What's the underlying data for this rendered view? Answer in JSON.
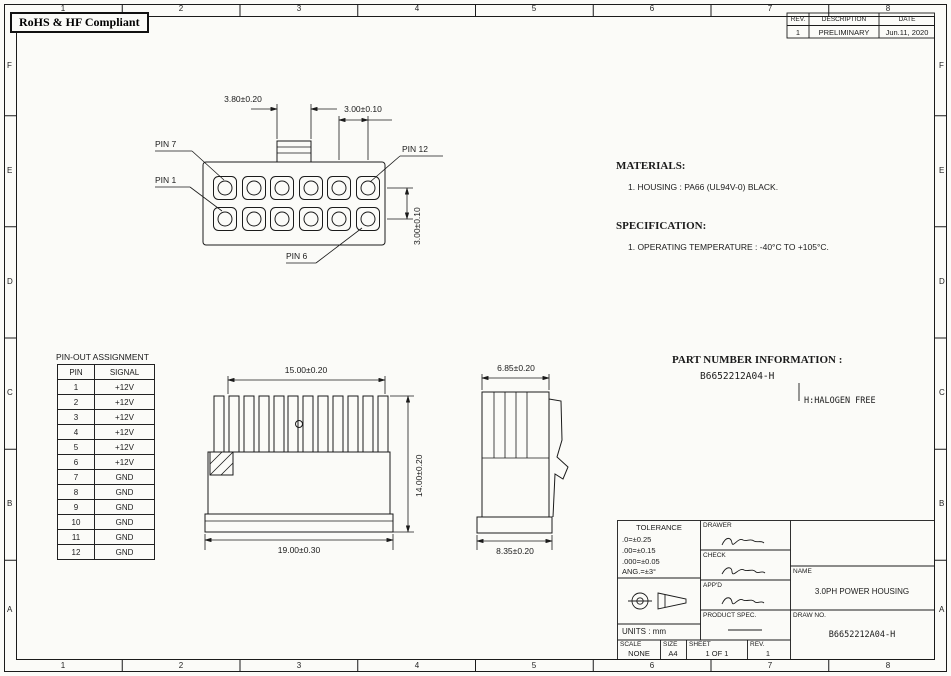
{
  "sheet": {
    "compliance": "RoHS & HF Compliant"
  },
  "grid": {
    "cols": [
      "1",
      "2",
      "3",
      "4",
      "5",
      "6",
      "7",
      "8"
    ],
    "rows": [
      "F",
      "E",
      "D",
      "C",
      "B",
      "A"
    ]
  },
  "revisions": {
    "h_rev": "REV.",
    "h_desc": "DESCRIPTION",
    "h_date": "DATE",
    "rows": [
      {
        "rev": "1",
        "desc": "PRELIMINARY",
        "date": "Jun.11, 2020"
      }
    ]
  },
  "front_view": {
    "dim_tab": "3.80±0.20",
    "dim_pitch_h": "3.00±0.10",
    "dim_pitch_v": "3.00±0.10",
    "pin7": "PIN 7",
    "pin12": "PIN 12",
    "pin1": "PIN 1",
    "pin6": "PIN 6"
  },
  "notes": {
    "materials_title": "MATERIALS:",
    "materials_1": "1. HOUSING : PA66 (UL94V-0) BLACK.",
    "spec_title": "SPECIFICATION:",
    "spec_1": "1. OPERATING TEMPERATURE : -40°C TO +105°C."
  },
  "part_number": {
    "title": "PART NUMBER INFORMATION :",
    "value": "B6652212A04-H",
    "note": "H:HALOGEN FREE"
  },
  "pinout": {
    "title": "PIN-OUT ASSIGNMENT",
    "h_pin": "PIN",
    "h_signal": "SIGNAL",
    "rows": [
      [
        "1",
        "+12V"
      ],
      [
        "2",
        "+12V"
      ],
      [
        "3",
        "+12V"
      ],
      [
        "4",
        "+12V"
      ],
      [
        "5",
        "+12V"
      ],
      [
        "6",
        "+12V"
      ],
      [
        "7",
        "GND"
      ],
      [
        "8",
        "GND"
      ],
      [
        "9",
        "GND"
      ],
      [
        "10",
        "GND"
      ],
      [
        "11",
        "GND"
      ],
      [
        "12",
        "GND"
      ]
    ]
  },
  "plan_view": {
    "dim_top": "15.00±0.20",
    "dim_side": "14.00±0.20",
    "dim_bottom": "19.00±0.30"
  },
  "side_view": {
    "dim_top": "6.85±0.20",
    "dim_bottom": "8.35±0.20"
  },
  "title_block": {
    "tolerance_title": "TOLERANCE",
    "tol_1": ".0=±0.25",
    "tol_2": ".00=±0.15",
    "tol_3": ".000=±0.05",
    "tol_4": "ANG.=±3°",
    "units": "UNITS : mm",
    "drawer": "DRAWER",
    "check": "CHECK",
    "appd": "APP'D",
    "product_spec": "PRODUCT SPEC.",
    "name_label": "NAME",
    "name": "3.0PH POWER HOUSING",
    "drawno_label": "DRAW NO.",
    "drawno": "B6652212A04-H",
    "scale_label": "SCALE",
    "scale": "NONE",
    "size_label": "SIZE",
    "size": "A4",
    "sheet_label": "SHEET",
    "sheet": "1 OF 1",
    "rev_label": "REV.",
    "rev": "1"
  }
}
